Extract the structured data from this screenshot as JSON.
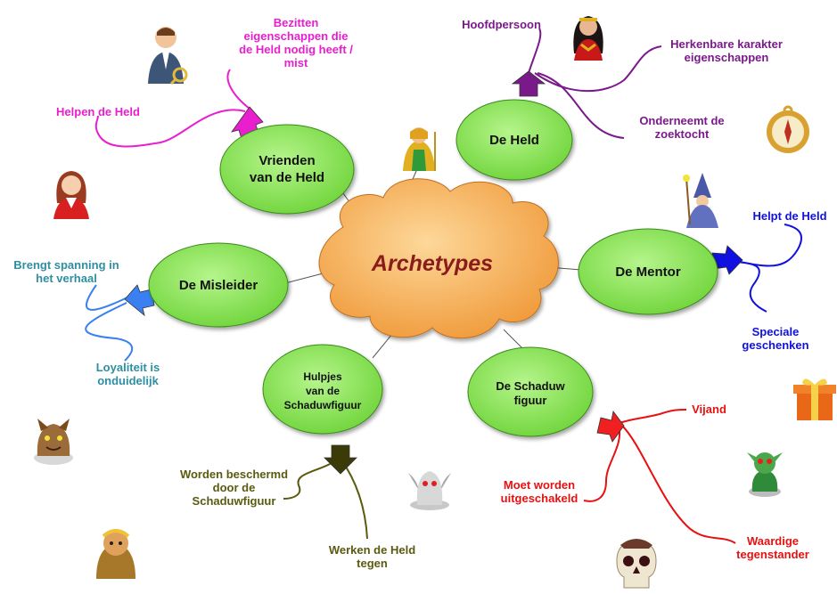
{
  "center": {
    "label": "Archetypes",
    "color": "#f5a84a",
    "text_color": "#8a1c1c"
  },
  "nodes": {
    "held": "De Held",
    "vrienden": "Vrienden\nvan de Held",
    "misleider": "De Misleider",
    "mentor": "De Mentor",
    "hulpjes": "Hulpjes\nvan de\nSchaduwfiguur",
    "schaduw": "De Schaduw\nfiguur",
    "node_color": "#7fe04a"
  },
  "branches": {
    "held": {
      "color": "#7a1a8a",
      "items": [
        "Hoofdpersoon",
        "Herkenbare karakter\neigenschappen",
        "Onderneemt de\nzoektocht"
      ]
    },
    "vrienden": {
      "color": "#e81ecf",
      "items": [
        "Bezitten\neigenschappen die\nde Held nodig heeft /\nmist",
        "Helpen de Held"
      ]
    },
    "misleider": {
      "color": "#2e8fa0",
      "items": [
        "Brengt spanning in\nhet verhaal",
        "Loyaliteit is\nonduidelijk"
      ]
    },
    "mentor": {
      "color": "#1010e0",
      "items": [
        "Helpt de Held",
        "Speciale\ngeschenken"
      ]
    },
    "hulpjes": {
      "color": "#5a5a10",
      "items": [
        "Worden beschermd\ndoor de\nSchaduwfiguur",
        "Werken de Held\ntegen"
      ]
    },
    "schaduw": {
      "color": "#e81010",
      "items": [
        "Vijand",
        "Moet worden\nuitgeschakeld",
        "Waardige\ntegenstander"
      ]
    }
  },
  "icons": [
    "businessman-key-icon",
    "woman-avatar-icon",
    "werewolf-icon",
    "caveman-icon",
    "aquaman-icon",
    "wonderwoman-icon",
    "compass-icon",
    "wizard-icon",
    "gift-icon",
    "goblin-icon",
    "gargoyle-icon",
    "skull-icon"
  ]
}
